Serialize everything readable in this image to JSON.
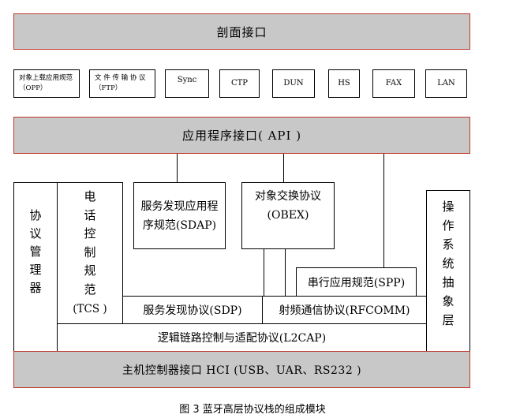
{
  "diagram": {
    "top_band": "剖面接口",
    "profiles": [
      "对象上载应用规范（OPP）",
      "文 件 传 输 协 议（FTP）",
      "Sync",
      "CTP",
      "DUN",
      "HS",
      "FAX",
      "LAN"
    ],
    "api_band": "应用程序接口( API )",
    "left_column": [
      "协",
      "议",
      "管",
      "理",
      "器"
    ],
    "tcs_chars": [
      "电",
      "话",
      "控",
      "制",
      "规",
      "范"
    ],
    "tcs_abbr": "(TCS )",
    "sdap": "服务发现应用程序规范(SDAP)",
    "obex": "对象交换协议(OBEX)",
    "spp": "串行应用规范(SPP)",
    "sdp": "服务发现协议(SDP)",
    "rfcomm": "射频通信协议(RFCOMM)",
    "l2cap": "逻辑链路控制与适配协议(L2CAP)",
    "right_column": [
      "操",
      "作",
      "系",
      "统",
      "抽",
      "象",
      "层"
    ],
    "hci_band": "主机控制器接口 HCI (USB、UAR、RS232 )",
    "caption": "图 3 蓝牙高层协议栈的组成模块"
  }
}
